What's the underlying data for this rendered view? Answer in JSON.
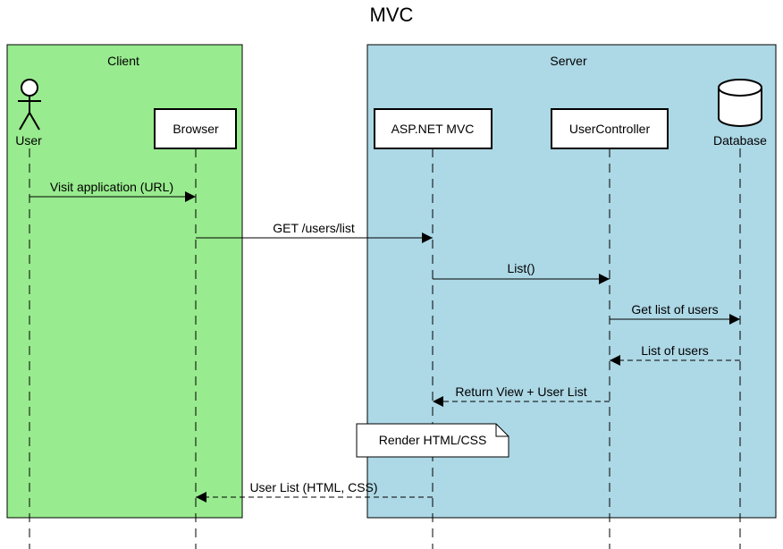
{
  "title": "MVC",
  "groups": {
    "client": {
      "label": "Client",
      "color": "#98eb8e"
    },
    "server": {
      "label": "Server",
      "color": "#add8e6"
    }
  },
  "participants": {
    "user": {
      "label": "User",
      "kind": "actor"
    },
    "browser": {
      "label": "Browser",
      "kind": "box"
    },
    "aspnet": {
      "label": "ASP.NET MVC",
      "kind": "box"
    },
    "controller": {
      "label": "UserController",
      "kind": "box"
    },
    "database": {
      "label": "Database",
      "kind": "database"
    }
  },
  "messages": [
    {
      "from": "user",
      "to": "browser",
      "label": "Visit application (URL)",
      "type": "call"
    },
    {
      "from": "browser",
      "to": "aspnet",
      "label": "GET /users/list",
      "type": "call"
    },
    {
      "from": "aspnet",
      "to": "controller",
      "label": "List()",
      "type": "call"
    },
    {
      "from": "controller",
      "to": "database",
      "label": "Get list of users",
      "type": "call"
    },
    {
      "from": "database",
      "to": "controller",
      "label": "List of users",
      "type": "return"
    },
    {
      "from": "controller",
      "to": "aspnet",
      "label": "Return View + User List",
      "type": "return"
    },
    {
      "from": "aspnet",
      "to": "browser",
      "label": "User List (HTML, CSS)",
      "type": "return"
    }
  ],
  "note": {
    "label": "Render HTML/CSS"
  }
}
